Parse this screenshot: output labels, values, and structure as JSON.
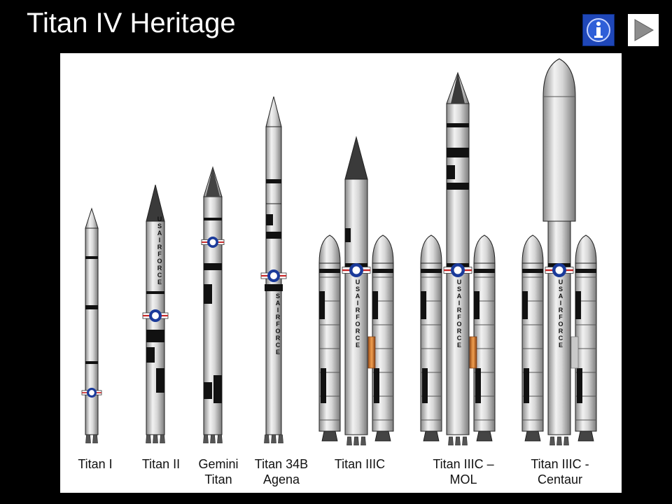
{
  "slide": {
    "title": "Titan IV Heritage"
  },
  "controls": {
    "info_icon": "info-icon",
    "next_icon": "play-triangle-icon"
  },
  "rockets": [
    {
      "line1": "Titan I",
      "line2": ""
    },
    {
      "line1": "Titan II",
      "line2": ""
    },
    {
      "line1": "Gemini",
      "line2": "Titan"
    },
    {
      "line1": "Titan 34B",
      "line2": "Agena"
    },
    {
      "line1": "Titan IIIC",
      "line2": ""
    },
    {
      "line1": "Titan IIIC –",
      "line2": "MOL"
    },
    {
      "line1": "Titan IIIC -",
      "line2": "Centaur"
    }
  ],
  "markings": {
    "usaf_vertical": "USAIRFORCE"
  },
  "colors": {
    "background": "#000000",
    "panel": "#ffffff",
    "info_blue": "#1f47b8"
  }
}
